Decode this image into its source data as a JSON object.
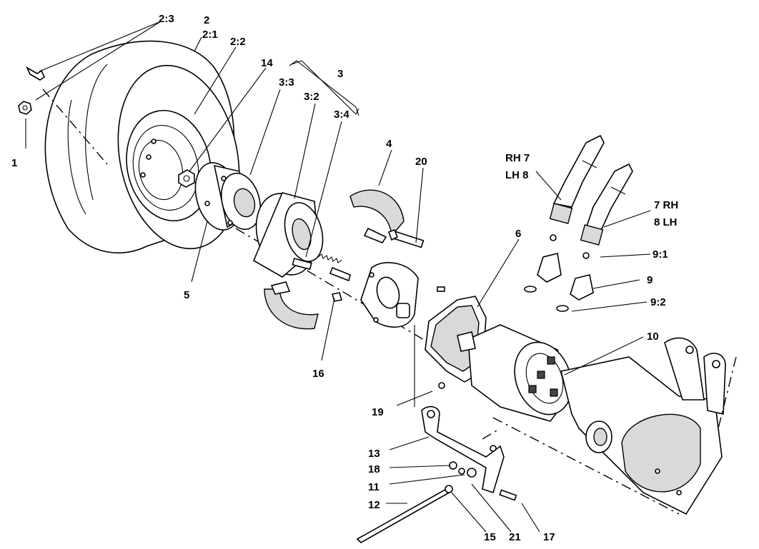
{
  "labels": {
    "l1": "1",
    "l2": "2",
    "l2_1": "2:1",
    "l2_2": "2:2",
    "l2_3": "2:3",
    "l3": "3",
    "l3_2": "3:2",
    "l3_3": "3:3",
    "l3_4": "3:4",
    "l4": "4",
    "l5": "5",
    "l6": "6",
    "l7rh": "7 RH",
    "l8lh": "8 LH",
    "lrh7": "RH 7",
    "llh8": "LH 8",
    "l9": "9",
    "l9_1": "9:1",
    "l9_2": "9:2",
    "l10": "10",
    "l11": "11",
    "l12": "12",
    "l13": "13",
    "l14": "14",
    "l15": "15",
    "l16": "16",
    "l17": "17",
    "l18": "18",
    "l19": "19",
    "l20": "20",
    "l21": "21"
  }
}
